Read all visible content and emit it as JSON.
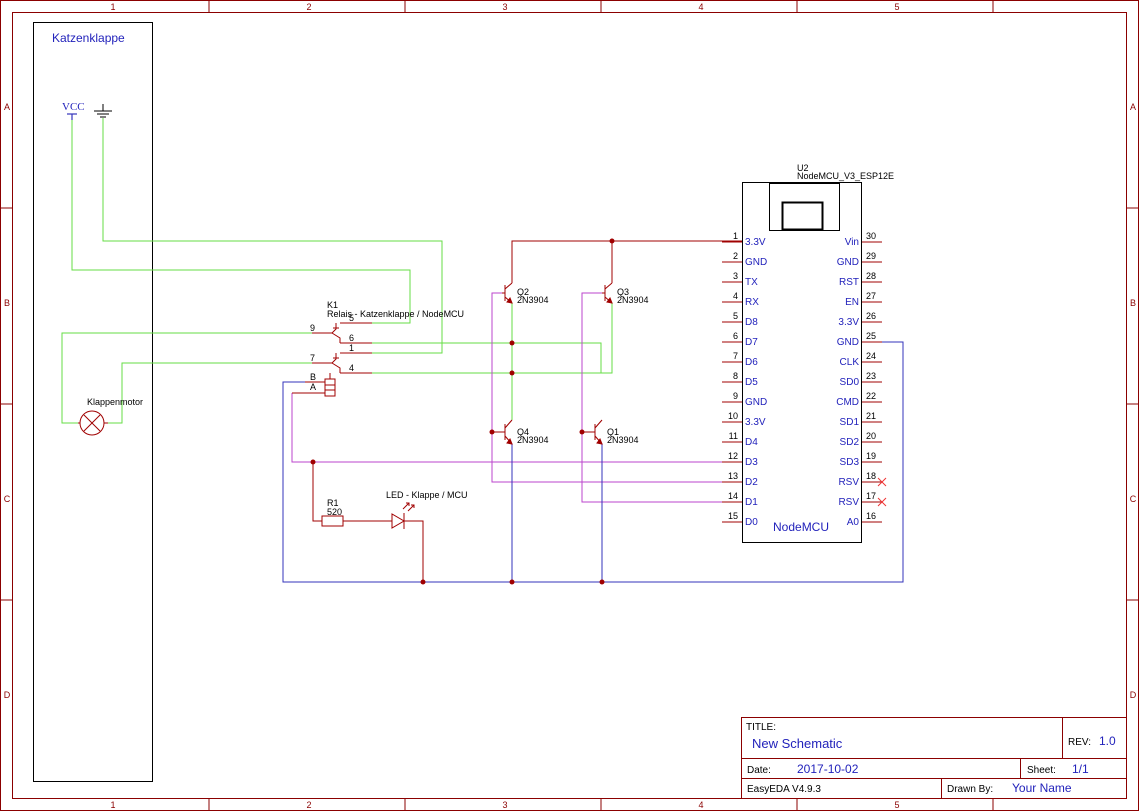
{
  "frame": {
    "columns": [
      "1",
      "2",
      "3",
      "4",
      "5"
    ],
    "rows": [
      "A",
      "B",
      "C",
      "D"
    ]
  },
  "colors": {
    "frame": "#8b0000",
    "wire_red": "#a00000",
    "wire_green": "#66dd44",
    "wire_purple": "#bb44cc",
    "wire_blue": "#3333bb",
    "label_blue": "#2222bb",
    "cross": "#ee3333"
  },
  "panel": {
    "title": "Katzenklappe"
  },
  "power": {
    "vcc": "VCC"
  },
  "relay": {
    "ref": "K1",
    "name": "Relais - Katzenklappe / NodeMCU",
    "pins": [
      "9",
      "5",
      "6",
      "7",
      "1",
      "4",
      "B",
      "A"
    ]
  },
  "motor": {
    "name": "Klappenmotor"
  },
  "resistor": {
    "ref": "R1",
    "value": "520"
  },
  "led": {
    "name": "LED - Klappe / MCU"
  },
  "transistors": [
    {
      "ref": "Q2",
      "type": "2N3904"
    },
    {
      "ref": "Q3",
      "type": "2N3904"
    },
    {
      "ref": "Q4",
      "type": "2N3904"
    },
    {
      "ref": "Q1",
      "type": "2N3904"
    }
  ],
  "module": {
    "ref": "U2",
    "part": "NodeMCU_V3_ESP12E",
    "label": "NodeMCU",
    "left_pins": [
      {
        "num": "1",
        "name": "3.3V"
      },
      {
        "num": "2",
        "name": "GND"
      },
      {
        "num": "3",
        "name": "TX"
      },
      {
        "num": "4",
        "name": "RX"
      },
      {
        "num": "5",
        "name": "D8"
      },
      {
        "num": "6",
        "name": "D7"
      },
      {
        "num": "7",
        "name": "D6"
      },
      {
        "num": "8",
        "name": "D5"
      },
      {
        "num": "9",
        "name": "GND"
      },
      {
        "num": "10",
        "name": "3.3V"
      },
      {
        "num": "11",
        "name": "D4"
      },
      {
        "num": "12",
        "name": "D3"
      },
      {
        "num": "13",
        "name": "D2"
      },
      {
        "num": "14",
        "name": "D1"
      },
      {
        "num": "15",
        "name": "D0"
      }
    ],
    "right_pins": [
      {
        "num": "30",
        "name": "Vin"
      },
      {
        "num": "29",
        "name": "GND"
      },
      {
        "num": "28",
        "name": "RST"
      },
      {
        "num": "27",
        "name": "EN"
      },
      {
        "num": "26",
        "name": "3.3V"
      },
      {
        "num": "25",
        "name": "GND"
      },
      {
        "num": "24",
        "name": "CLK"
      },
      {
        "num": "23",
        "name": "SD0"
      },
      {
        "num": "22",
        "name": "CMD"
      },
      {
        "num": "21",
        "name": "SD1"
      },
      {
        "num": "20",
        "name": "SD2"
      },
      {
        "num": "19",
        "name": "SD3"
      },
      {
        "num": "18",
        "name": "RSV"
      },
      {
        "num": "17",
        "name": "RSV"
      },
      {
        "num": "16",
        "name": "A0"
      }
    ]
  },
  "title_block": {
    "title_label": "TITLE:",
    "title": "New Schematic",
    "rev_label": "REV:",
    "rev": "1.0",
    "date_label": "Date:",
    "date": "2017-10-02",
    "sheet_label": "Sheet:",
    "sheet": "1/1",
    "software": "EasyEDA V4.9.3",
    "drawn_label": "Drawn By:",
    "drawn_by": "Your Name"
  }
}
